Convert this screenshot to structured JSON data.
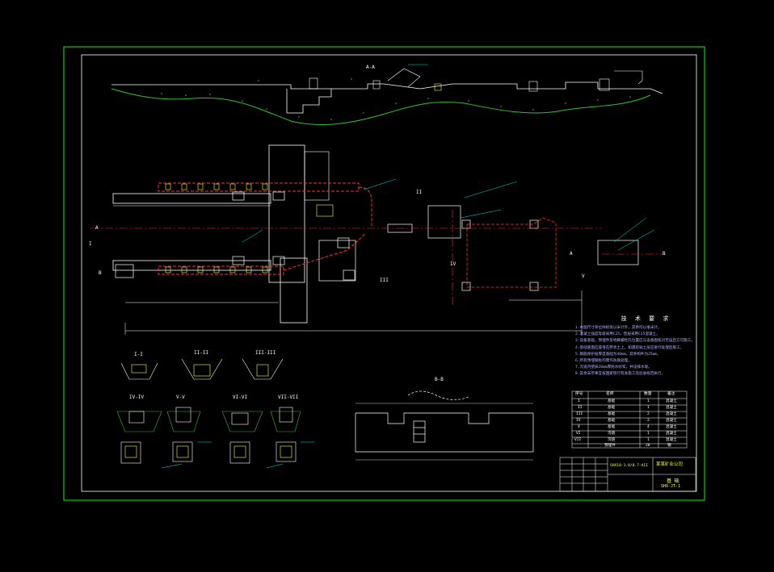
{
  "drawing": {
    "section_label_top": "A-A",
    "section_label_bottom": "B-B",
    "detail_labels": [
      "I-I",
      "II-II",
      "III-III",
      "IV-IV",
      "V-V",
      "VI-VI",
      "VII-VII"
    ],
    "callouts": [
      "I",
      "II",
      "III",
      "IV",
      "V"
    ],
    "arrow_labels": [
      "A",
      "A",
      "B",
      "B"
    ]
  },
  "tech_notes": {
    "title": "技 术 要 求",
    "lines": [
      "1.本图尺寸单位除标高以米计外，其余均以毫米计。",
      "2.混凝土强度等级采用C25，垫层采用C15混凝土。",
      "3.设备基础，预埋件及地脚螺栓孔位置应与设备图核对无误后方可施工。",
      "4.基础底面应座落在原状土上，如遇软弱土层应进行处理后施工。",
      "5.钢筋保护层厚度基础为40mm，其余构件为25mm。",
      "6.所有预埋钢板均需作防腐处理。",
      "7.沟道内壁抹20mm厚防水砂浆，并设排水坡。",
      "8.其余未尽事宜按国家现行有关施工及验收规范执行。"
    ]
  },
  "parts_table": {
    "headers": [
      "序号",
      "名称",
      "数量",
      "备注"
    ],
    "rows": [
      [
        "I",
        "基础",
        "1",
        "混凝土"
      ],
      [
        "II",
        "基础",
        "1",
        "混凝土"
      ],
      [
        "III",
        "基础",
        "2",
        "混凝土"
      ],
      [
        "IV",
        "基础",
        "2",
        "混凝土"
      ],
      [
        "V",
        "基础",
        "4",
        "混凝土"
      ],
      [
        "VI",
        "沟道",
        "1",
        "混凝土"
      ],
      [
        "VII",
        "沟道",
        "1",
        "混凝土"
      ],
      [
        "",
        "预埋件",
        "28",
        "钢"
      ]
    ]
  },
  "title_block": {
    "company": "某某矿业公司",
    "project": "SHX10-1.0/0.7-AII",
    "drawing_name": "基 础",
    "drawing_no": "SHX-JT-1"
  },
  "colors": {
    "background": "#000000",
    "frame": "#00ff00",
    "inner_frame": "#ffffff",
    "red_dash": "#ff3030",
    "yellow": "#ffff40",
    "cyan": "#00e0e0",
    "hatch": "#30c030"
  }
}
